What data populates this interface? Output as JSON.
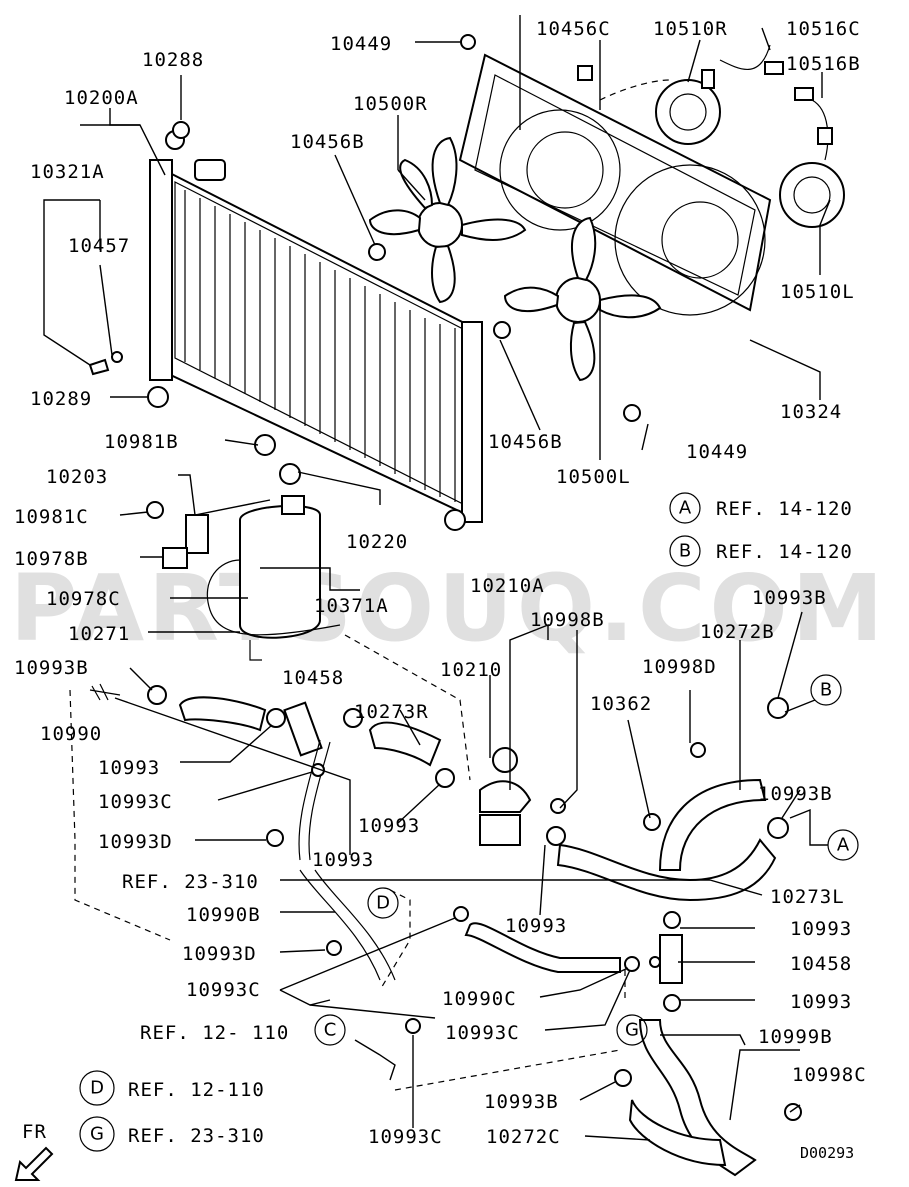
{
  "labels": {
    "p10449_top": "10449",
    "p10456C": "10456C",
    "p10510R": "10510R",
    "p10516C": "10516C",
    "p10288": "10288",
    "p10516B": "10516B",
    "p10200A": "10200A",
    "p10500R": "10500R",
    "p10456B_top": "10456B",
    "p10321A": "10321A",
    "p10457": "10457",
    "p10510L": "10510L",
    "p10289": "10289",
    "p10324": "10324",
    "p10981B": "10981B",
    "p10456B_bot": "10456B",
    "p10449_bot": "10449",
    "p10203": "10203",
    "p10500L": "10500L",
    "p10981C": "10981C",
    "p10220": "10220",
    "p10978B": "10978B",
    "p10371A": "10371A",
    "p10978C": "10978C",
    "p10210A": "10210A",
    "p10993B_r1": "10993B",
    "p10271": "10271",
    "p10998B": "10998B",
    "p10272B": "10272B",
    "p10993B_l": "10993B",
    "p10210": "10210",
    "p10998D": "10998D",
    "p10458_top": "10458",
    "p10990": "10990",
    "p10362": "10362",
    "p10273R": "10273R",
    "p10993_a": "10993",
    "p10993B_r2": "10993B",
    "p10993C_a": "10993C",
    "p10993_b": "10993",
    "p10993D_a": "10993D",
    "p10993_c": "10993",
    "p10273L": "10273L",
    "p10990B": "10990B",
    "p10993_d": "10993",
    "p10993_e": "10993",
    "p10458_bot": "10458",
    "p10993D_b": "10993D",
    "p10993C_b": "10993C",
    "p10990C": "10990C",
    "p10993_f": "10993",
    "p10993C_c": "10993C",
    "p10999B": "10999B",
    "p10998C": "10998C",
    "p10993B_bot": "10993B",
    "p10993C_d": "10993C",
    "p10272C": "10272C"
  },
  "refs": {
    "ref_23_310_mid": "REF. 23-310",
    "ref_12_110_mid": "REF. 12- 110",
    "refA": "REF. 14-120",
    "refB": "REF. 14-120",
    "refD": "REF. 12-110",
    "refG": "REF. 23-310"
  },
  "circles": {
    "A": "A",
    "B": "B",
    "C": "C",
    "D": "D",
    "G": "G"
  },
  "diagram_code": "D00293",
  "fr_label": "FR",
  "watermark": "PARTSOUQ.COM"
}
